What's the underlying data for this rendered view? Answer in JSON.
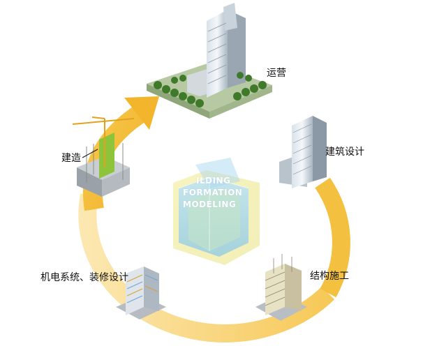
{
  "stages": {
    "operations": "运营",
    "architecture_design": "建筑设计",
    "construction": "建造",
    "structure_construction": "结构施工",
    "mep_decoration_design": "机电系统、装修设计"
  },
  "bim": {
    "line1": "ILDING",
    "line2": "FORMATION",
    "line3": "MODELING"
  },
  "colors": {
    "cycle_arrow": "#f5bf3a",
    "cycle_arrow_light": "#fbe3a2",
    "bim_cube_blue": "#9fd3ef",
    "bim_cube_yellow": "#f3eea0",
    "bim_cube_green": "#c4e6c2"
  },
  "icons": [
    "office-tower-icon",
    "building-design-icon",
    "crane-construction-icon",
    "structure-frame-icon",
    "mep-building-icon",
    "bim-cube-icon"
  ]
}
